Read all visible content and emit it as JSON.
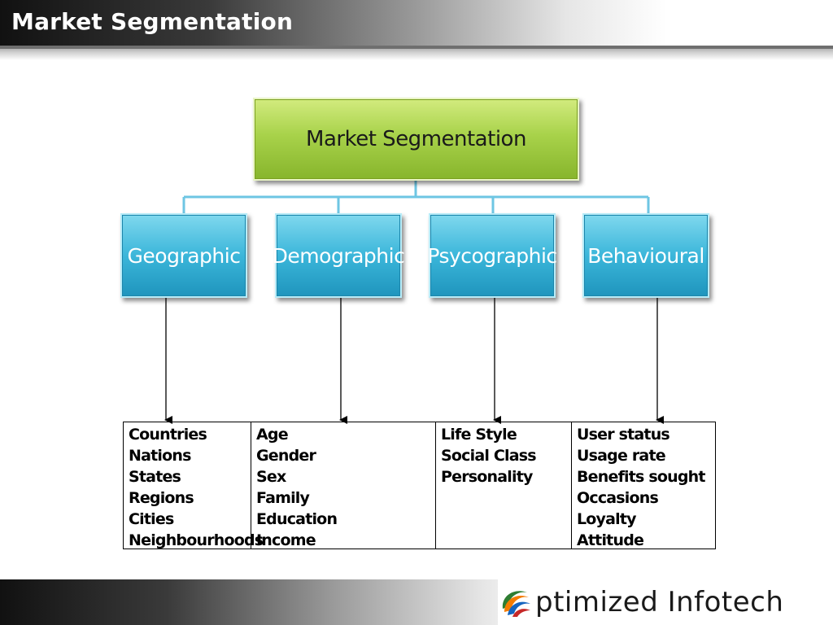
{
  "header": {
    "title": "Market Segmentation"
  },
  "diagram": {
    "root": "Market Segmentation",
    "categories": [
      {
        "label": "Geographic",
        "items": [
          "Countries",
          "Nations",
          "States",
          "Regions",
          "Cities",
          "Neighbourhoods"
        ]
      },
      {
        "label": "Demographic",
        "items": [
          "Age",
          "Gender",
          "Sex",
          "Family",
          "Education",
          "Income"
        ]
      },
      {
        "label": "Psycographic",
        "items": [
          "Life Style",
          "Social Class",
          "Personality"
        ]
      },
      {
        "label": "Behavioural",
        "items": [
          "User status",
          "Usage rate",
          "Benefits sought",
          "Occasions",
          "Loyalty",
          "Attitude"
        ]
      }
    ]
  },
  "footer": {
    "logo_text": "ptimized Infotech",
    "logo_colors": [
      "#2e7d32",
      "#f57c00",
      "#1565c0",
      "#c62828"
    ]
  }
}
